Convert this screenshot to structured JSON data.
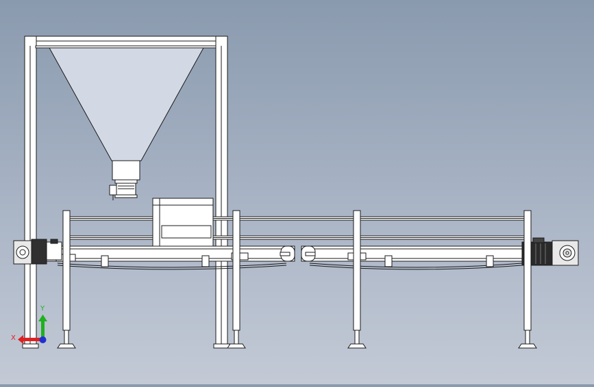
{
  "viewport": {
    "background_top": "#8a9aae",
    "background_bottom": "#c3cad6",
    "line_color": "#1a1a1a",
    "fill_color": "#ffffff",
    "hopper_fill": "#d3d9e4"
  },
  "triad": {
    "x_label": "X",
    "y_label": "Y",
    "x_color": "#e02020",
    "y_color": "#20b020",
    "z_color": "#2030d0"
  },
  "parts": [
    "frame-gantry",
    "hopper",
    "hopper-outlet",
    "guide-rail",
    "conveyor-left",
    "conveyor-right",
    "drive-motor",
    "gearbox",
    "support-legs"
  ]
}
